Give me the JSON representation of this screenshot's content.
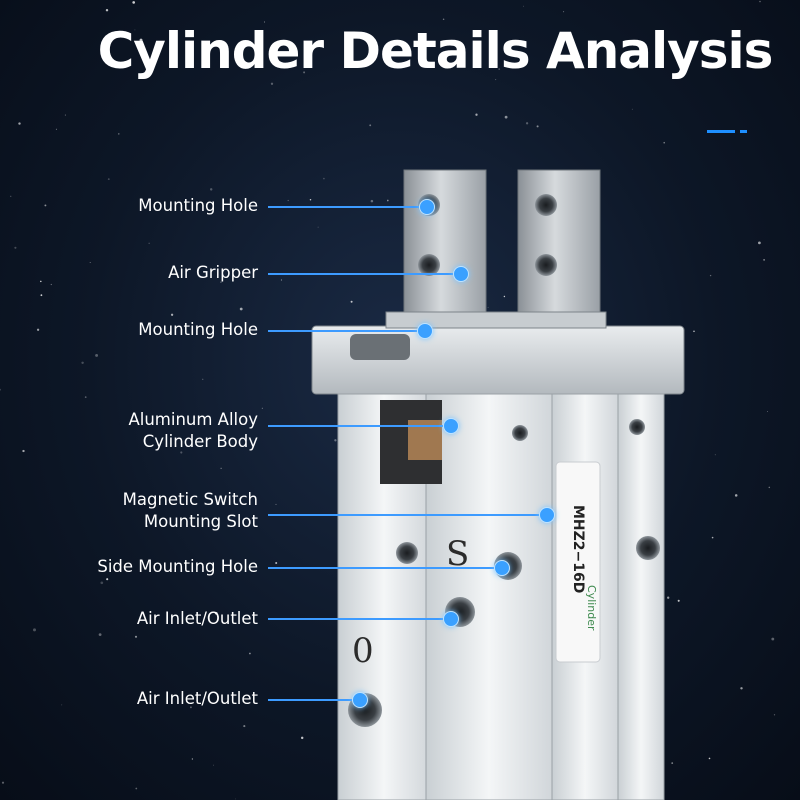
{
  "title": "Cylinder Details Analysis",
  "labels": {
    "mounting_hole_top": "Mounting Hole",
    "air_gripper": "Air Gripper",
    "mounting_hole_mid": "Mounting Hole",
    "body_line1": "Aluminum Alloy",
    "body_line2": "Cylinder Body",
    "slot_line1": "Magnetic Switch",
    "slot_line2": "Mounting Slot",
    "side_mounting_hole": "Side Mounting Hole",
    "air_inlet_1": "Air Inlet/Outlet",
    "air_inlet_2": "Air Inlet/Outlet"
  },
  "product_markings": {
    "port_s": "S",
    "port_o": "0",
    "model": "MHZ2−16D",
    "label_text": "Cylinder"
  },
  "colors": {
    "accent": "#1e8fff",
    "callout": "#3aa0ff"
  }
}
